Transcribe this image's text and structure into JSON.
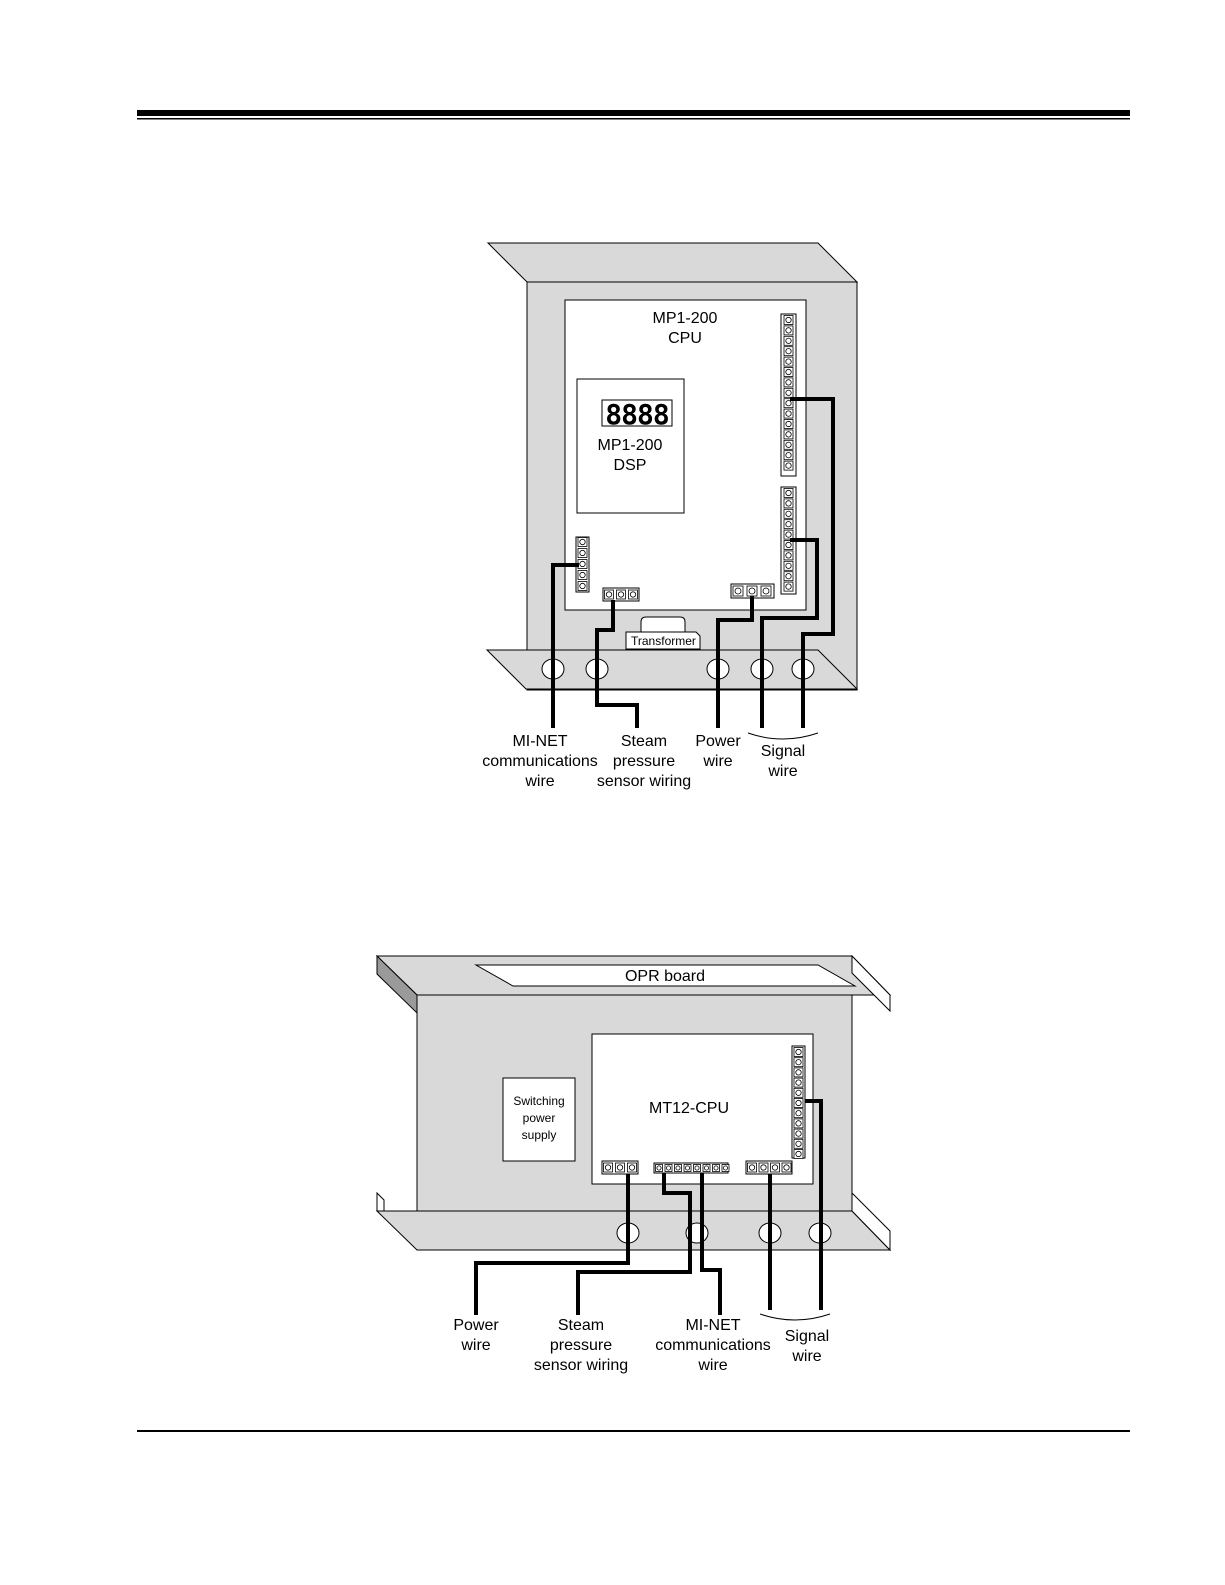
{
  "diagram1": {
    "cpu_label": [
      "MP1-200",
      "CPU"
    ],
    "dsp_label": [
      "MP1-200",
      "DSP"
    ],
    "display_digits": "8888",
    "transformer_label": "Transformer",
    "callouts": {
      "minet": [
        "MI-NET",
        "communications",
        "wire"
      ],
      "steam": [
        "Steam",
        "pressure",
        "sensor wiring"
      ],
      "power": [
        "Power",
        "wire"
      ],
      "signal": [
        "Signal",
        "wire"
      ]
    }
  },
  "diagram2": {
    "opr_label": "OPR board",
    "cpu_label": "MT12-CPU",
    "psu_label": [
      "Switching",
      "power",
      "supply"
    ],
    "callouts": {
      "power": [
        "Power",
        "wire"
      ],
      "steam": [
        "Steam",
        "pressure",
        "sensor wiring"
      ],
      "minet": [
        "MI-NET",
        "communications",
        "wire"
      ],
      "signal": [
        "Signal",
        "wire"
      ]
    }
  },
  "colors": {
    "panel": "#d9d9d9",
    "panel_dark": "#9a9a9a",
    "line": "#000000"
  }
}
